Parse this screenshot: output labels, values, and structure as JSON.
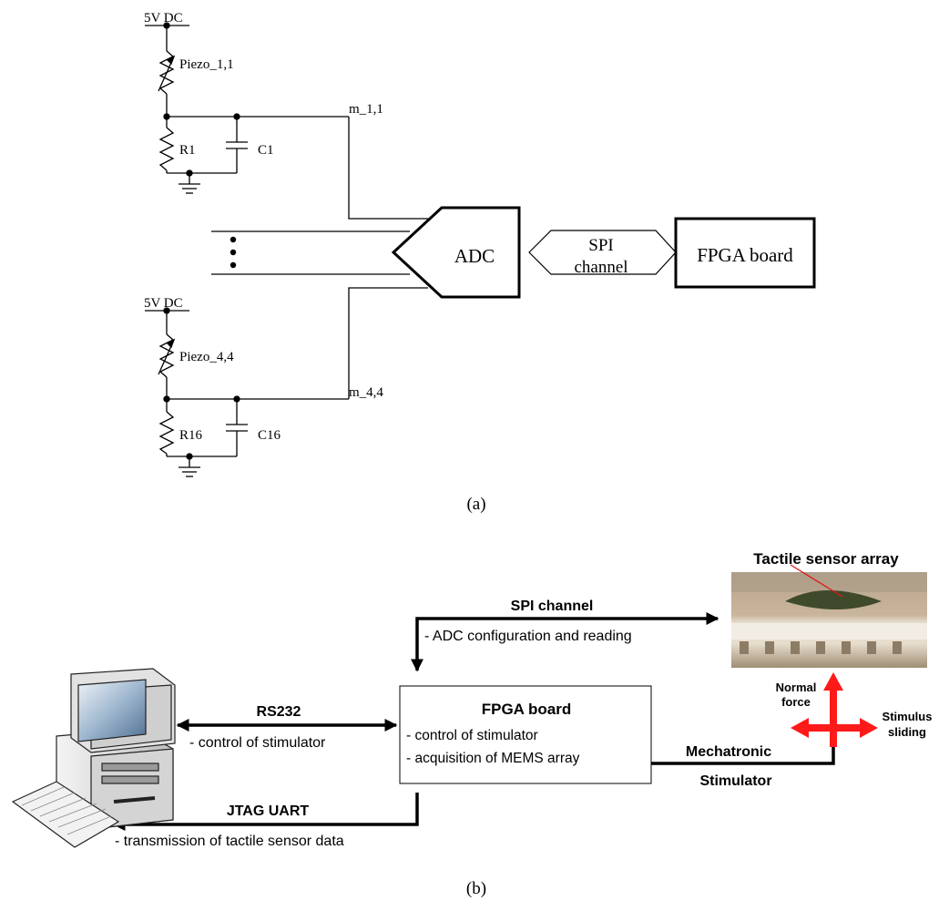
{
  "panel_a": {
    "supply_top": "5V DC",
    "piezo_top": "Piezo_1,1",
    "r_top": "R1",
    "c_top": "C1",
    "m_top": "m_1,1",
    "supply_bottom": "5V DC",
    "piezo_bottom": "Piezo_4,4",
    "r_bottom": "R16",
    "c_bottom": "C16",
    "m_bottom": "m_4,4",
    "adc": "ADC",
    "spi_line1": "SPI",
    "spi_line2": "channel",
    "fpga": "FPGA board",
    "caption": "(a)"
  },
  "panel_b": {
    "sensor_title": "Tactile sensor array",
    "spi_title": "SPI channel",
    "spi_desc": "- ADC configuration and reading",
    "rs232_title": "RS232",
    "rs232_desc": "- control of stimulator",
    "fpga_title": "FPGA board",
    "fpga_line1": "- control of stimulator",
    "fpga_line2": "- acquisition of MEMS array",
    "jtag_title": "JTAG UART",
    "jtag_desc": "- transmission of tactile sensor data",
    "mech_line1": "Mechatronic",
    "mech_line2": "Stimulator",
    "normal_line1": "Normal",
    "normal_line2": "force",
    "stim_line1": "Stimulus",
    "stim_line2": "sliding",
    "caption": "(b)"
  }
}
